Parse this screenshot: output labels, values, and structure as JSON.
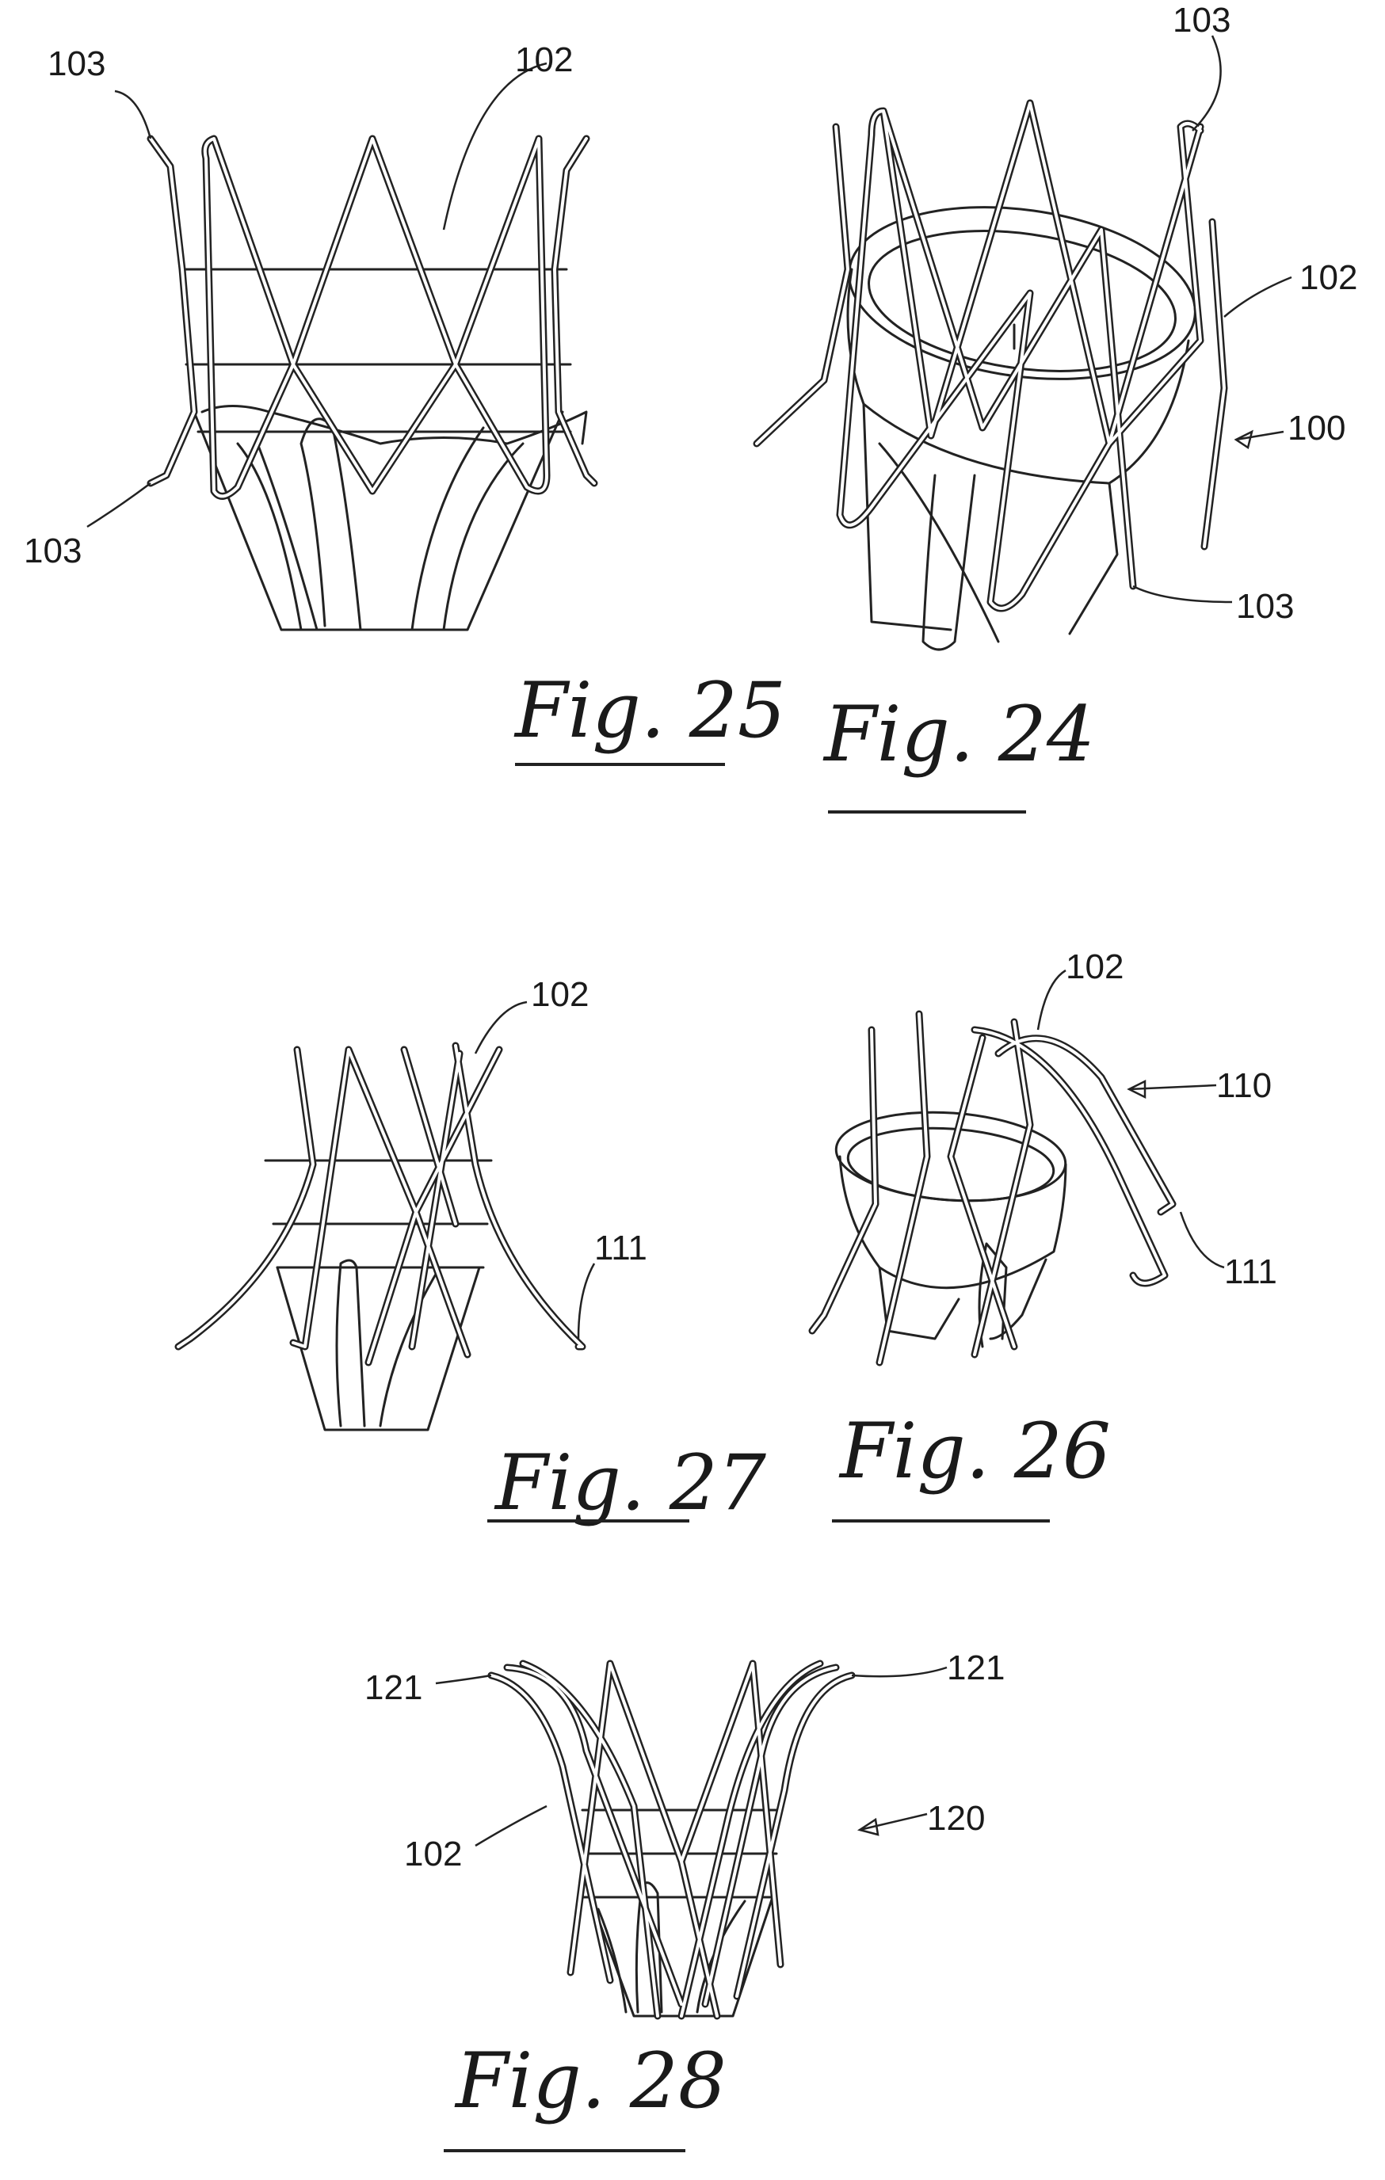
{
  "figures": [
    {
      "caption": "Fig. 25",
      "labels": [
        "103",
        "102",
        "103"
      ]
    },
    {
      "caption": "Fig. 24",
      "labels": [
        "103",
        "102",
        "100",
        "103"
      ]
    },
    {
      "caption": "Fig. 27",
      "labels": [
        "102",
        "111"
      ]
    },
    {
      "caption": "Fig. 26",
      "labels": [
        "102",
        "110",
        "111"
      ]
    },
    {
      "caption": "Fig. 28",
      "labels": [
        "121",
        "121",
        "120",
        "102"
      ]
    }
  ]
}
